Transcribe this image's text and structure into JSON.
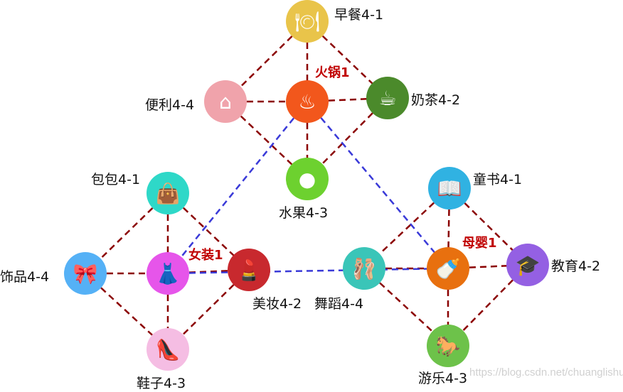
{
  "colors": {
    "edge": "#8b0000",
    "cross": "#3a3ad8"
  },
  "nodes": [
    {
      "id": "breakfast",
      "label": "早餐4-1",
      "color": "#e9c44a",
      "icon": "cloche-icon",
      "glyph": "🍽"
    },
    {
      "id": "hotpot",
      "label": "火锅1",
      "color": "#f2571c",
      "icon": "hotpot-icon",
      "glyph": "♨",
      "hub": true
    },
    {
      "id": "milktea",
      "label": "奶茶4-2",
      "color": "#4b8a2b",
      "icon": "drink-cup-icon",
      "glyph": "☕"
    },
    {
      "id": "convenience",
      "label": "便利4-4",
      "color": "#f0a3ab",
      "icon": "store-icon",
      "glyph": "⌂"
    },
    {
      "id": "fruit",
      "label": "水果4-3",
      "color": "#6dd12f",
      "icon": "apple-icon",
      "glyph": "●"
    },
    {
      "id": "bag",
      "label": "包包4-1",
      "color": "#2ed8c8",
      "icon": "handbag-icon",
      "glyph": "👜"
    },
    {
      "id": "dress",
      "label": "女装1",
      "color": "#e655ea",
      "icon": "dress-icon",
      "glyph": "👗",
      "hub": true
    },
    {
      "id": "makeup",
      "label": "美妆4-2",
      "color": "#c8292e",
      "icon": "lipstick-icon",
      "glyph": "💄"
    },
    {
      "id": "accessories",
      "label": "饰品4-4",
      "color": "#55b1f6",
      "icon": "bow-icon",
      "glyph": "🎀"
    },
    {
      "id": "shoes",
      "label": "鞋子4-3",
      "color": "#f5bde3",
      "icon": "high-heel-icon",
      "glyph": "👠"
    },
    {
      "id": "book",
      "label": "童书4-1",
      "color": "#30b2e2",
      "icon": "book-icon",
      "glyph": "📖"
    },
    {
      "id": "baby",
      "label": "母婴1",
      "color": "#e8700f",
      "icon": "baby-bottle-icon",
      "glyph": "🍼",
      "hub": true
    },
    {
      "id": "dance",
      "label": "舞蹈4-4",
      "color": "#3ac5b8",
      "icon": "dancer-icon",
      "glyph": "🩰"
    },
    {
      "id": "education",
      "label": "教育4-2",
      "color": "#9460e3",
      "icon": "graduation-cap-icon",
      "glyph": "🎓"
    },
    {
      "id": "play",
      "label": "游乐4-3",
      "color": "#6dc24a",
      "icon": "rocking-horse-icon",
      "glyph": "🐎"
    }
  ],
  "edges": [
    [
      "breakfast",
      "convenience"
    ],
    [
      "breakfast",
      "milktea"
    ],
    [
      "breakfast",
      "hotpot"
    ],
    [
      "convenience",
      "hotpot"
    ],
    [
      "hotpot",
      "milktea"
    ],
    [
      "hotpot",
      "fruit"
    ],
    [
      "convenience",
      "fruit"
    ],
    [
      "milktea",
      "fruit"
    ],
    [
      "bag",
      "accessories"
    ],
    [
      "bag",
      "dress"
    ],
    [
      "bag",
      "makeup"
    ],
    [
      "accessories",
      "dress"
    ],
    [
      "dress",
      "makeup"
    ],
    [
      "accessories",
      "shoes"
    ],
    [
      "dress",
      "shoes"
    ],
    [
      "makeup",
      "shoes"
    ],
    [
      "book",
      "dance"
    ],
    [
      "book",
      "baby"
    ],
    [
      "book",
      "education"
    ],
    [
      "dance",
      "baby"
    ],
    [
      "baby",
      "education"
    ],
    [
      "dance",
      "play"
    ],
    [
      "baby",
      "play"
    ],
    [
      "education",
      "play"
    ]
  ],
  "cross_edges": [
    [
      "hotpot",
      "dress"
    ],
    [
      "hotpot",
      "baby"
    ],
    [
      "dress",
      "baby"
    ]
  ],
  "watermark": "https://blog.csdn.net/chuanglishu"
}
